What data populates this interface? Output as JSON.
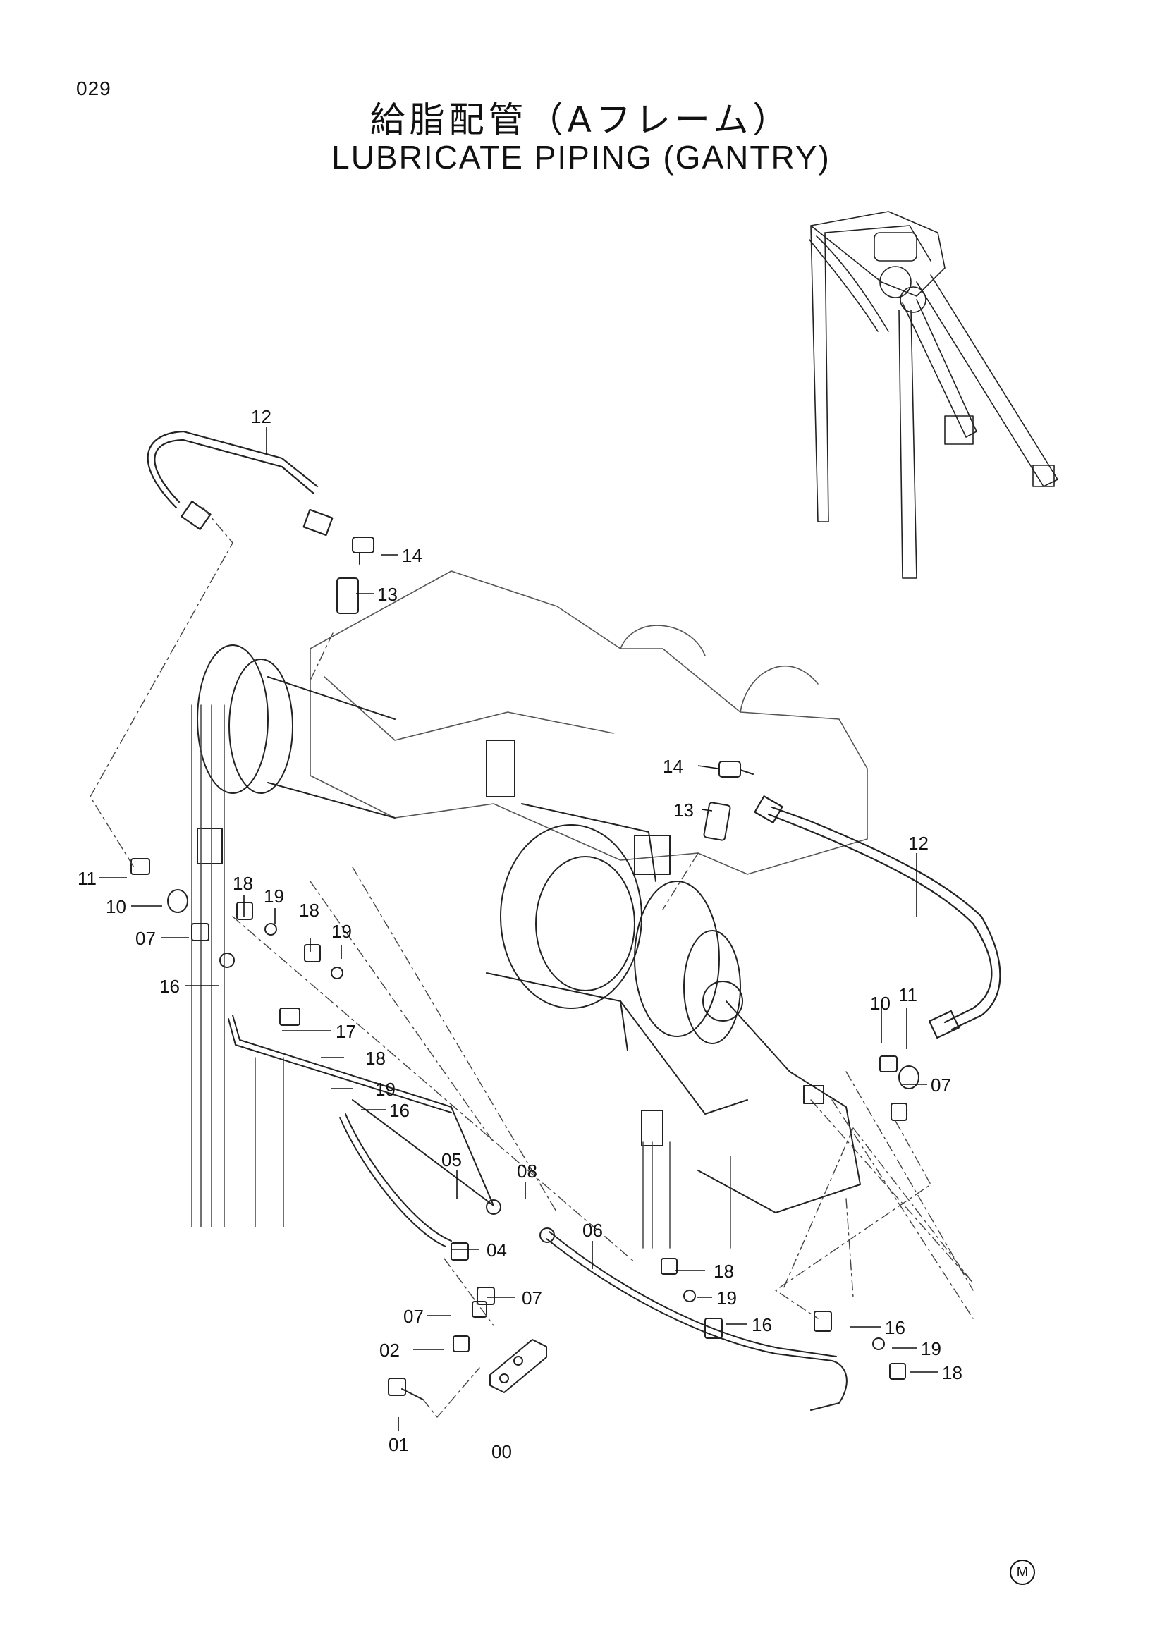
{
  "page_number": "029",
  "title_jp": "給脂配管（Aフレーム）",
  "title_en": "LUBRICATE PIPING (GANTRY)",
  "mark": "M",
  "callouts": [
    {
      "id": "c12a",
      "label": "12"
    },
    {
      "id": "c14a",
      "label": "14"
    },
    {
      "id": "c13a",
      "label": "13"
    },
    {
      "id": "c11a",
      "label": "11"
    },
    {
      "id": "c10a",
      "label": "10"
    },
    {
      "id": "c07a",
      "label": "07"
    },
    {
      "id": "c16a",
      "label": "16"
    },
    {
      "id": "c18a",
      "label": "18"
    },
    {
      "id": "c19a",
      "label": "19"
    },
    {
      "id": "c18b",
      "label": "18"
    },
    {
      "id": "c19b",
      "label": "19"
    },
    {
      "id": "c17",
      "label": "17"
    },
    {
      "id": "c18c",
      "label": "18"
    },
    {
      "id": "c19c",
      "label": "19"
    },
    {
      "id": "c16b",
      "label": "16"
    },
    {
      "id": "c05",
      "label": "05"
    },
    {
      "id": "c08",
      "label": "08"
    },
    {
      "id": "c06",
      "label": "06"
    },
    {
      "id": "c04",
      "label": "04"
    },
    {
      "id": "c07b",
      "label": "07"
    },
    {
      "id": "c07c",
      "label": "07"
    },
    {
      "id": "c02",
      "label": "02"
    },
    {
      "id": "c01",
      "label": "01"
    },
    {
      "id": "c00",
      "label": "00"
    },
    {
      "id": "c14b",
      "label": "14"
    },
    {
      "id": "c13b",
      "label": "13"
    },
    {
      "id": "c12b",
      "label": "12"
    },
    {
      "id": "c10b",
      "label": "10"
    },
    {
      "id": "c11b",
      "label": "11"
    },
    {
      "id": "c07d",
      "label": "07"
    },
    {
      "id": "c18d",
      "label": "18"
    },
    {
      "id": "c19d",
      "label": "19"
    },
    {
      "id": "c16c",
      "label": "16"
    },
    {
      "id": "c16d",
      "label": "16"
    },
    {
      "id": "c19e",
      "label": "19"
    },
    {
      "id": "c18e",
      "label": "18"
    }
  ]
}
